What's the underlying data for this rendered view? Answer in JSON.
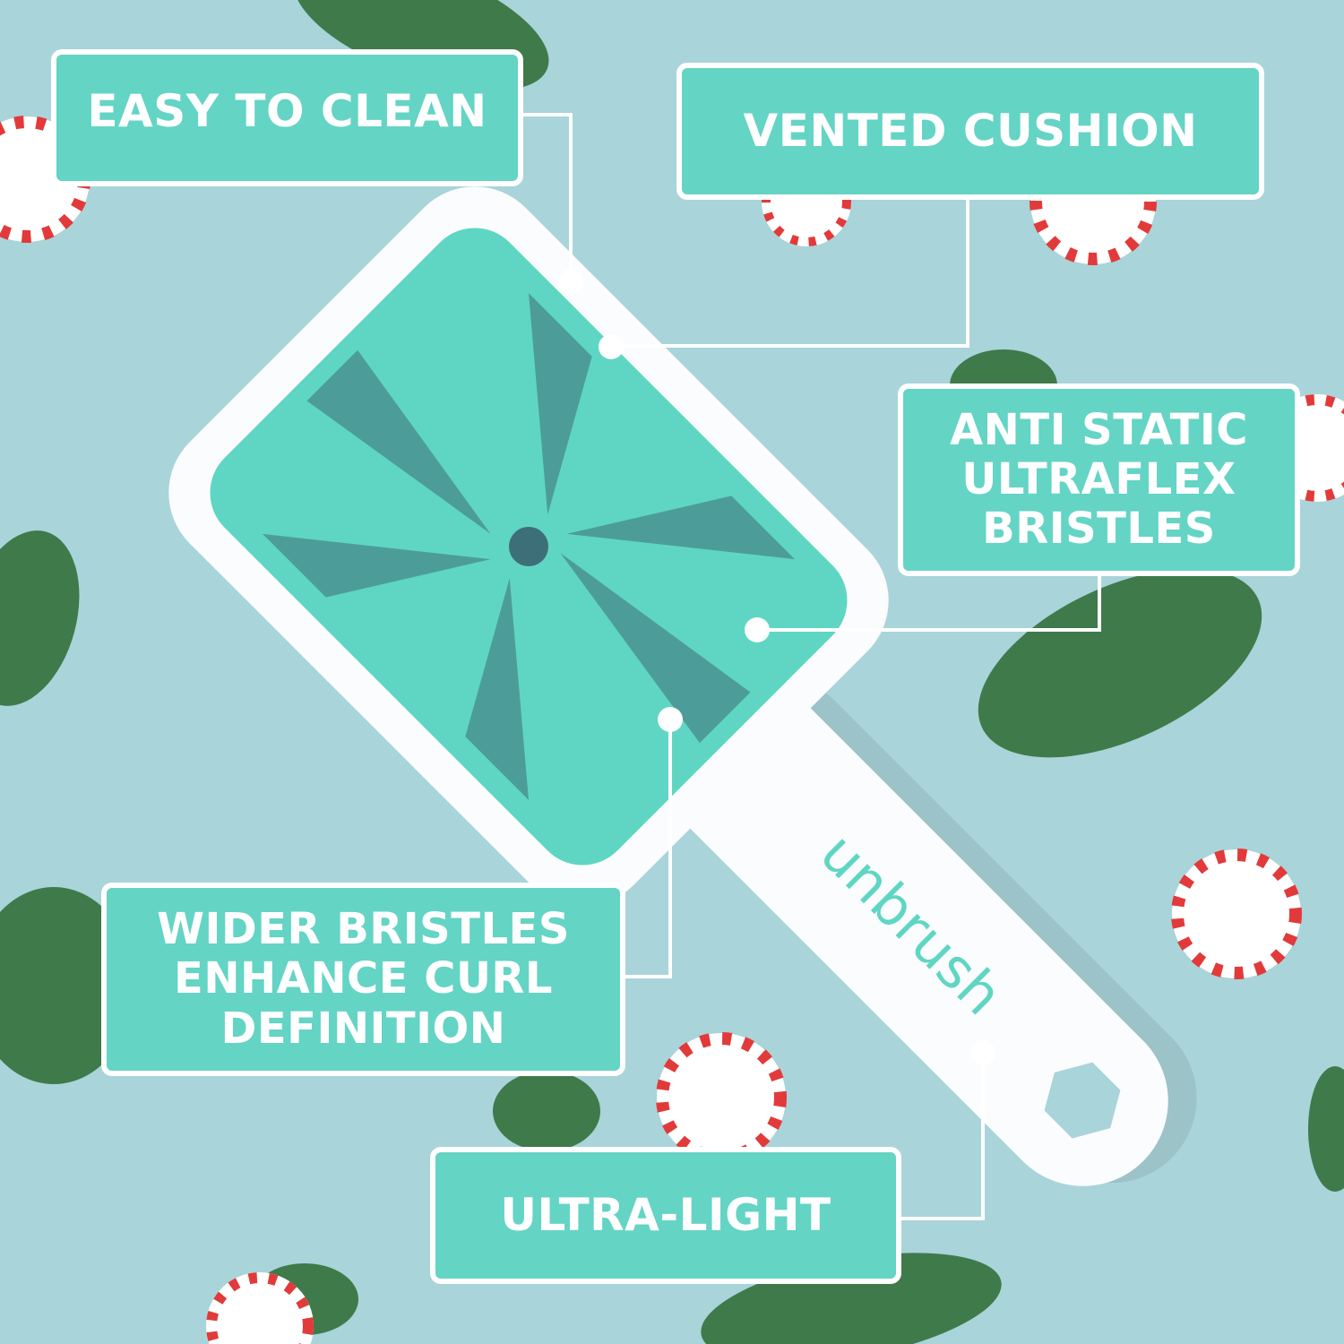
{
  "brand": {
    "logo_text": "unbrush"
  },
  "colors": {
    "background": "#a9d4da",
    "label_fill": "#64d4c4",
    "label_border": "#ffffff",
    "brush_teal": "#5fd6c3",
    "brush_white": "#ffffff"
  },
  "callouts": [
    {
      "lines": [
        "EASY TO CLEAN"
      ]
    },
    {
      "lines": [
        "VENTED CUSHION"
      ]
    },
    {
      "lines": [
        "ANTI STATIC",
        "ULTRAFLEX",
        "BRISTLES"
      ]
    },
    {
      "lines": [
        "WIDER BRISTLES",
        "ENHANCE CURL",
        "DEFINITION"
      ]
    },
    {
      "lines": [
        "ULTRA-LIGHT"
      ]
    }
  ]
}
